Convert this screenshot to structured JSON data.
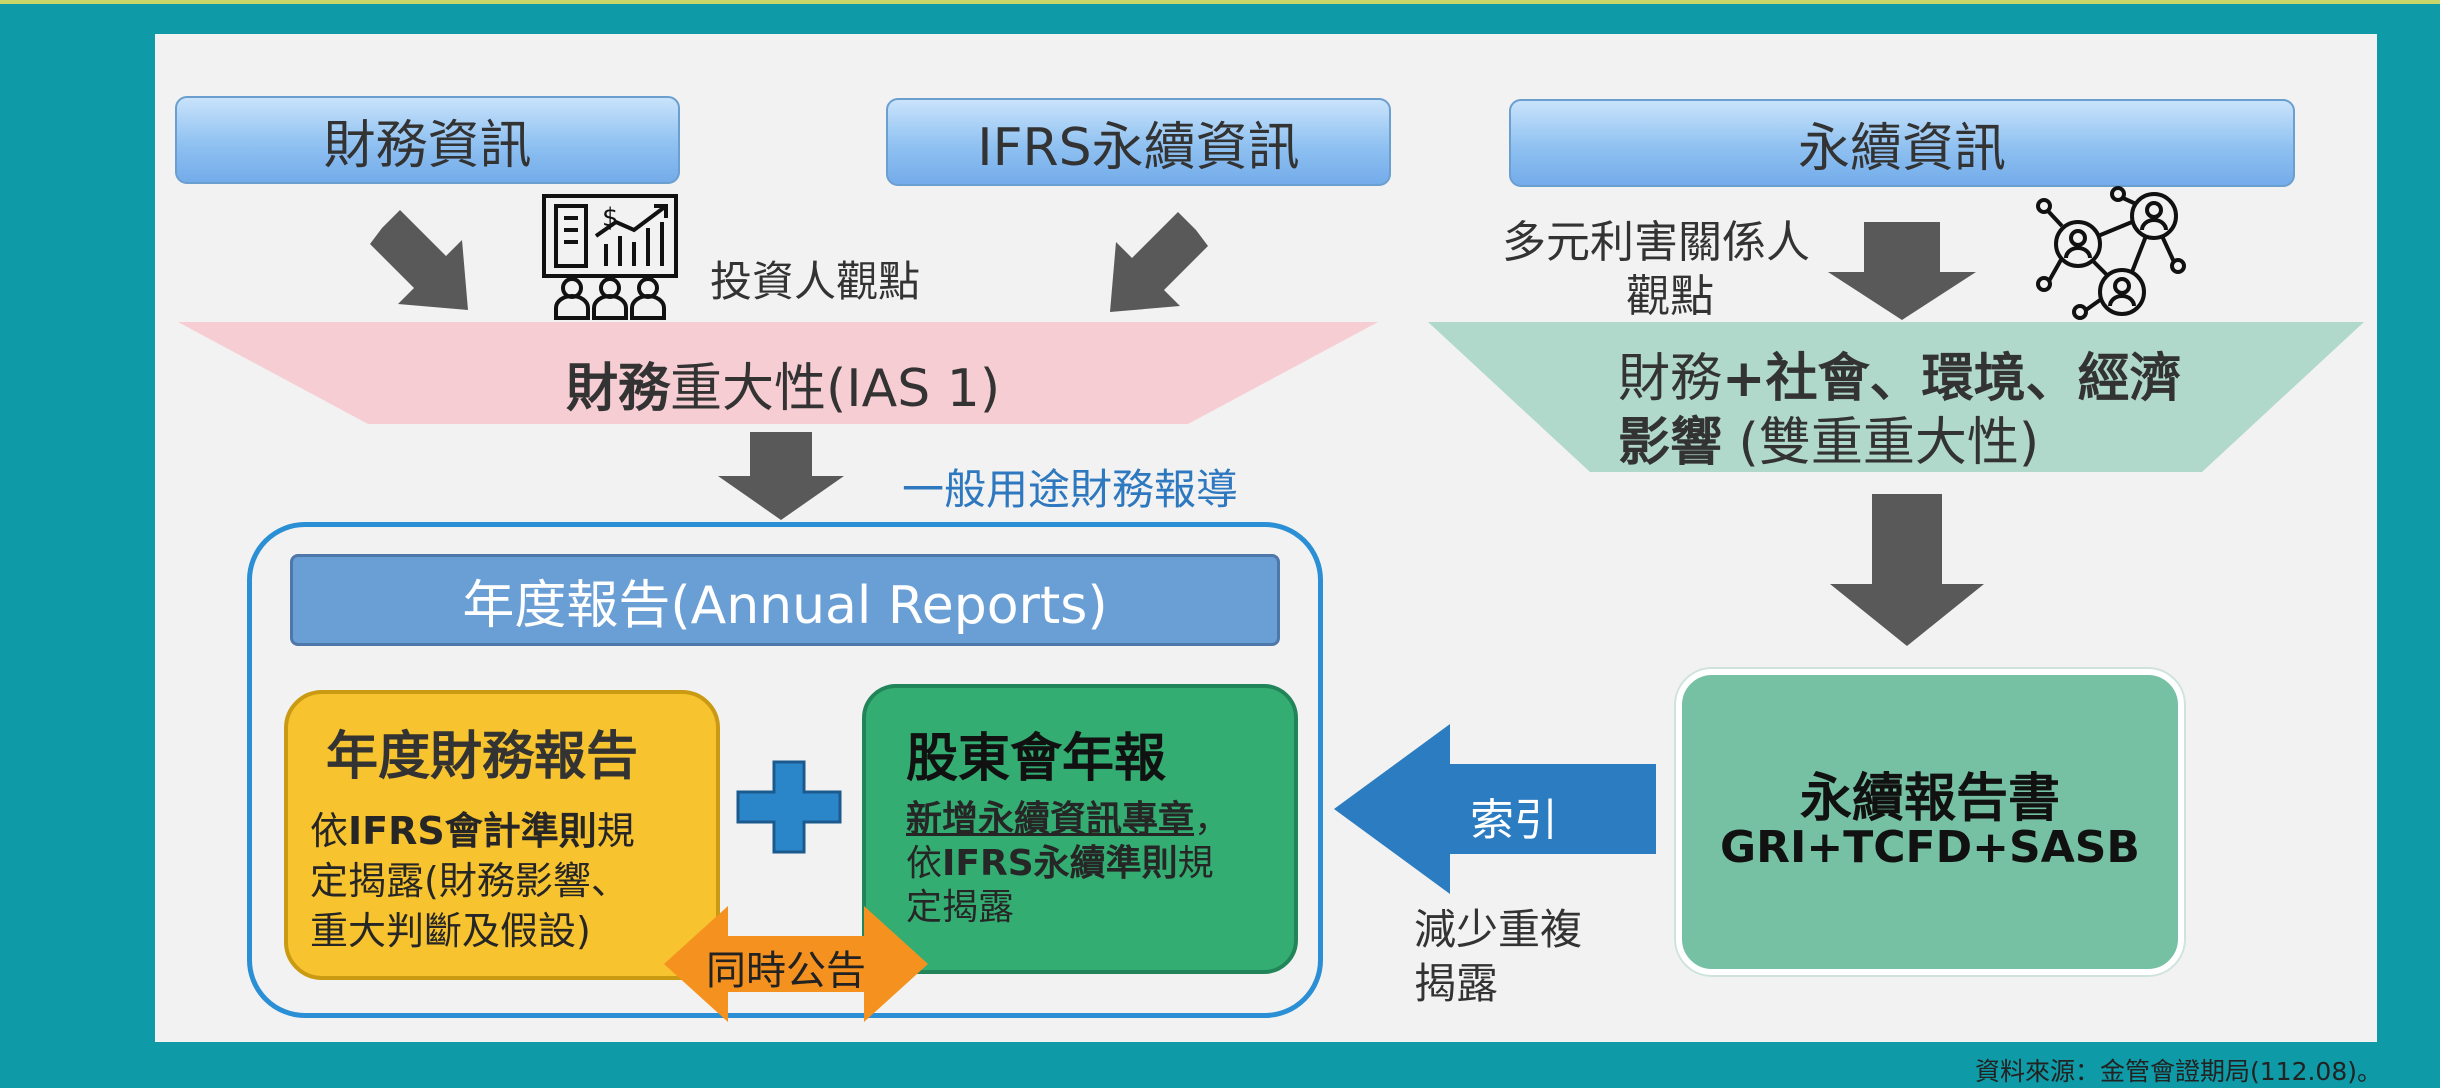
{
  "top_boxes": {
    "financial_info": "財務資訊",
    "ifrs_sustainability_info": "IFRS永續資訊",
    "sustainability_info": "永續資訊"
  },
  "investor_view": "投資人觀點",
  "stakeholder_view": {
    "line1": "多元利害關係人",
    "line2": "觀點"
  },
  "financial_materiality": {
    "bold": "財務",
    "rest": "重大性(IAS 1)"
  },
  "double_materiality": {
    "line1_normal": "財務",
    "line1_bold": "+社會、環境、經濟",
    "line2_bold": "影響",
    "line2_normal": " (雙重重大性)"
  },
  "general_purpose": "一般用途財務報導",
  "annual_reports": "年度報告(Annual Reports)",
  "annual_financial_report": {
    "title": "年度財務報告",
    "body_line1_a": "依",
    "body_line1_b": "IFRS會計準則",
    "body_line1_c": "規",
    "body_line2": "定揭露(財務影響、",
    "body_line3": "重大判斷及假設)"
  },
  "shareholder_report": {
    "title": "股東會年報",
    "line1_bold": "新增永續資訊專章",
    "line1_tail": "，",
    "line2_a": "依",
    "line2_b": "IFRS永續準則",
    "line2_c": "規",
    "line3": "定揭露"
  },
  "simultaneous": "同時公告",
  "index_label": "索引",
  "reduce_duplicate": {
    "line1": "減少重複",
    "line2": "揭露"
  },
  "sustainability_report": {
    "title": "永續報告書",
    "standards": "GRI+TCFD+SASB"
  },
  "source_note": "資料來源：金管會證期局(112.08)。",
  "colors": {
    "background": "#0e9aa6",
    "panel": "#f2f2f2",
    "pink_funnel": "#f7cdd4",
    "green_funnel": "#b0d9cc",
    "gray_arrow": "#595959",
    "blue_arrow": "#2b7cc1",
    "orange_arrow": "#f5921f",
    "yellow_box": "#f7c32e",
    "green_box": "#34ad72",
    "teal_box": "#76c0a4"
  },
  "icons": [
    "building-chart-investors-icon",
    "network-people-icon",
    "plus-icon"
  ]
}
